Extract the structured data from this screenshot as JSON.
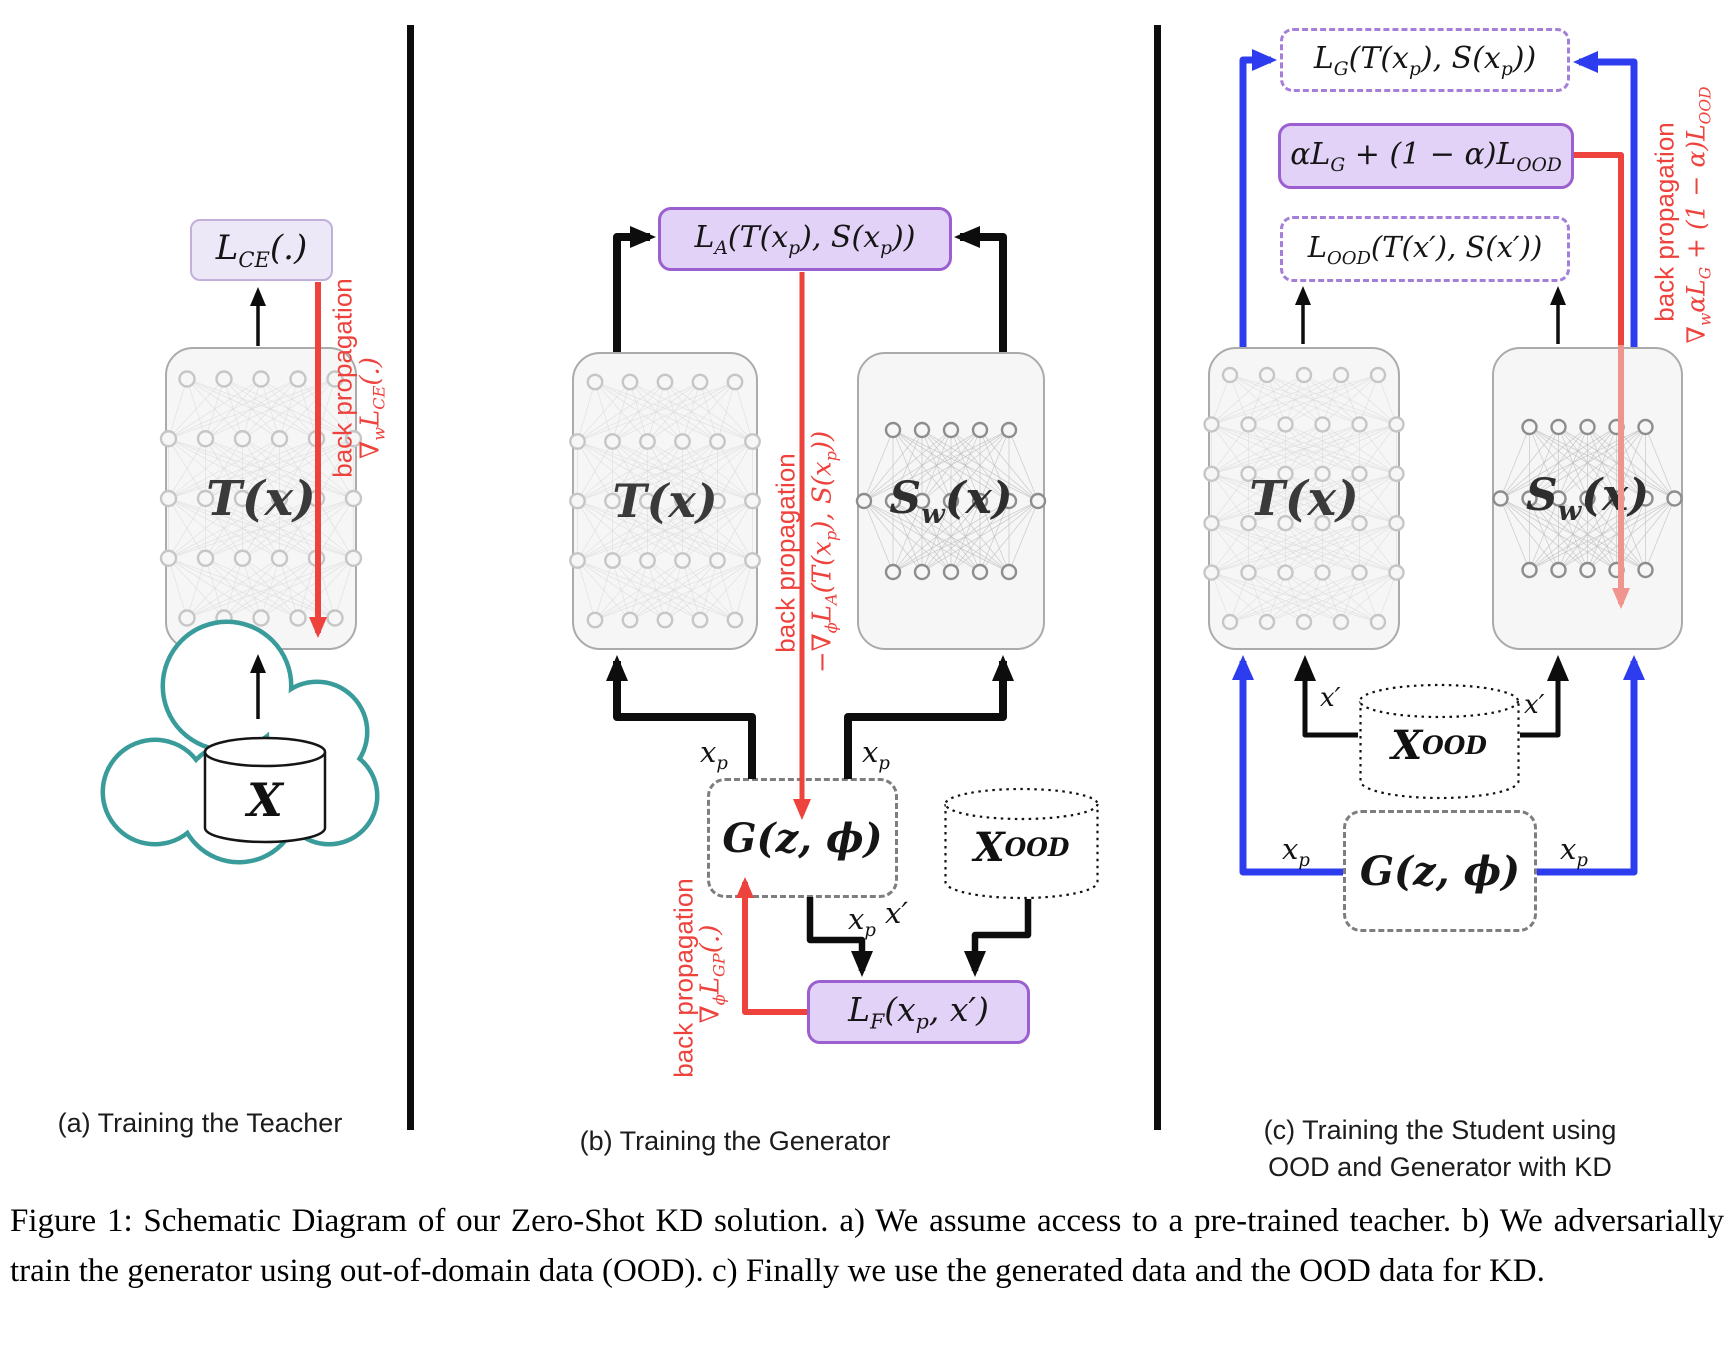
{
  "colors": {
    "red": "#ee423d",
    "salmon": "#f0958e",
    "blue": "#2e3cf0",
    "purple_border": "#9b5fd0",
    "purple_fill": "#e3d2f8",
    "lavender_fill": "#ede8f7",
    "dashed_purple": "#a47fd9",
    "teal": "#3a9b9b"
  },
  "panel_a": {
    "loss_box": "L<sub>CE</sub>(.)",
    "backprop_text": "back propagation",
    "backprop_formula": "∇<sub>w</sub>L<sub>CE</sub>(.)",
    "teacher_label": "T(x)",
    "dataset_label": "X",
    "caption": "(a) Training the Teacher"
  },
  "panel_b": {
    "adv_loss_box": "L<sub>A</sub>(T(x<sub>p</sub>), S(x<sub>p</sub>))",
    "teacher_label": "T(x)",
    "student_label": "S<sub>w</sub>(x)",
    "backprop_text": "back propagation",
    "backprop_formula": "−∇<sub>ϕ</sub>L<sub>A</sub>(T(x<sub>p</sub>), S(x<sub>p</sub>))",
    "generator_label": "G(z, ϕ)",
    "ood_dataset_label": "X<sub>OOD</sub>",
    "xp_label_left": "x<sub>p</sub>",
    "xp_label_right": "x<sub>p</sub>",
    "xp_label_gen": "x<sub>p</sub>",
    "xprime_label": "x′",
    "feature_loss_box": "L<sub>F</sub>(x<sub>p</sub>, x′)",
    "gp_backprop_text": "back propagation",
    "gp_backprop_formula": "∇<sub>ϕ</sub>L<sub>GP</sub>(.)",
    "caption": "(b) Training the Generator"
  },
  "panel_c": {
    "lg_loss_box": "L<sub>G</sub>(T(x<sub>p</sub>), S(x<sub>p</sub>))",
    "combined_loss_box": "αL<sub>G</sub> + (1 − α)L<sub>OOD</sub>",
    "lood_loss_box": "L<sub>OOD</sub>(T(x′), S(x′))",
    "teacher_label": "T(x)",
    "student_label": "S<sub>w</sub>(x)",
    "ood_dataset_label": "X<sub>OOD</sub>",
    "generator_label": "G(z, ϕ)",
    "backprop_text": "back propagation",
    "backprop_formula": "∇<sub>w</sub>αL<sub>G</sub> + (1 − α)L<sub>OOD</sub>",
    "xprime_left": "x′",
    "xprime_right": "x′",
    "xp_left": "x<sub>p</sub>",
    "xp_right": "x<sub>p</sub>",
    "caption_line1": "(c) Training the Student using",
    "caption_line2": "OOD and Generator with KD"
  },
  "figure_caption": "Figure 1: Schematic Diagram of our Zero-Shot KD solution. a) We assume access to a pre-trained teacher. b) We adversarially train the generator using out-of-domain data (OOD). c) Finally we use the generated data and the OOD data for KD."
}
